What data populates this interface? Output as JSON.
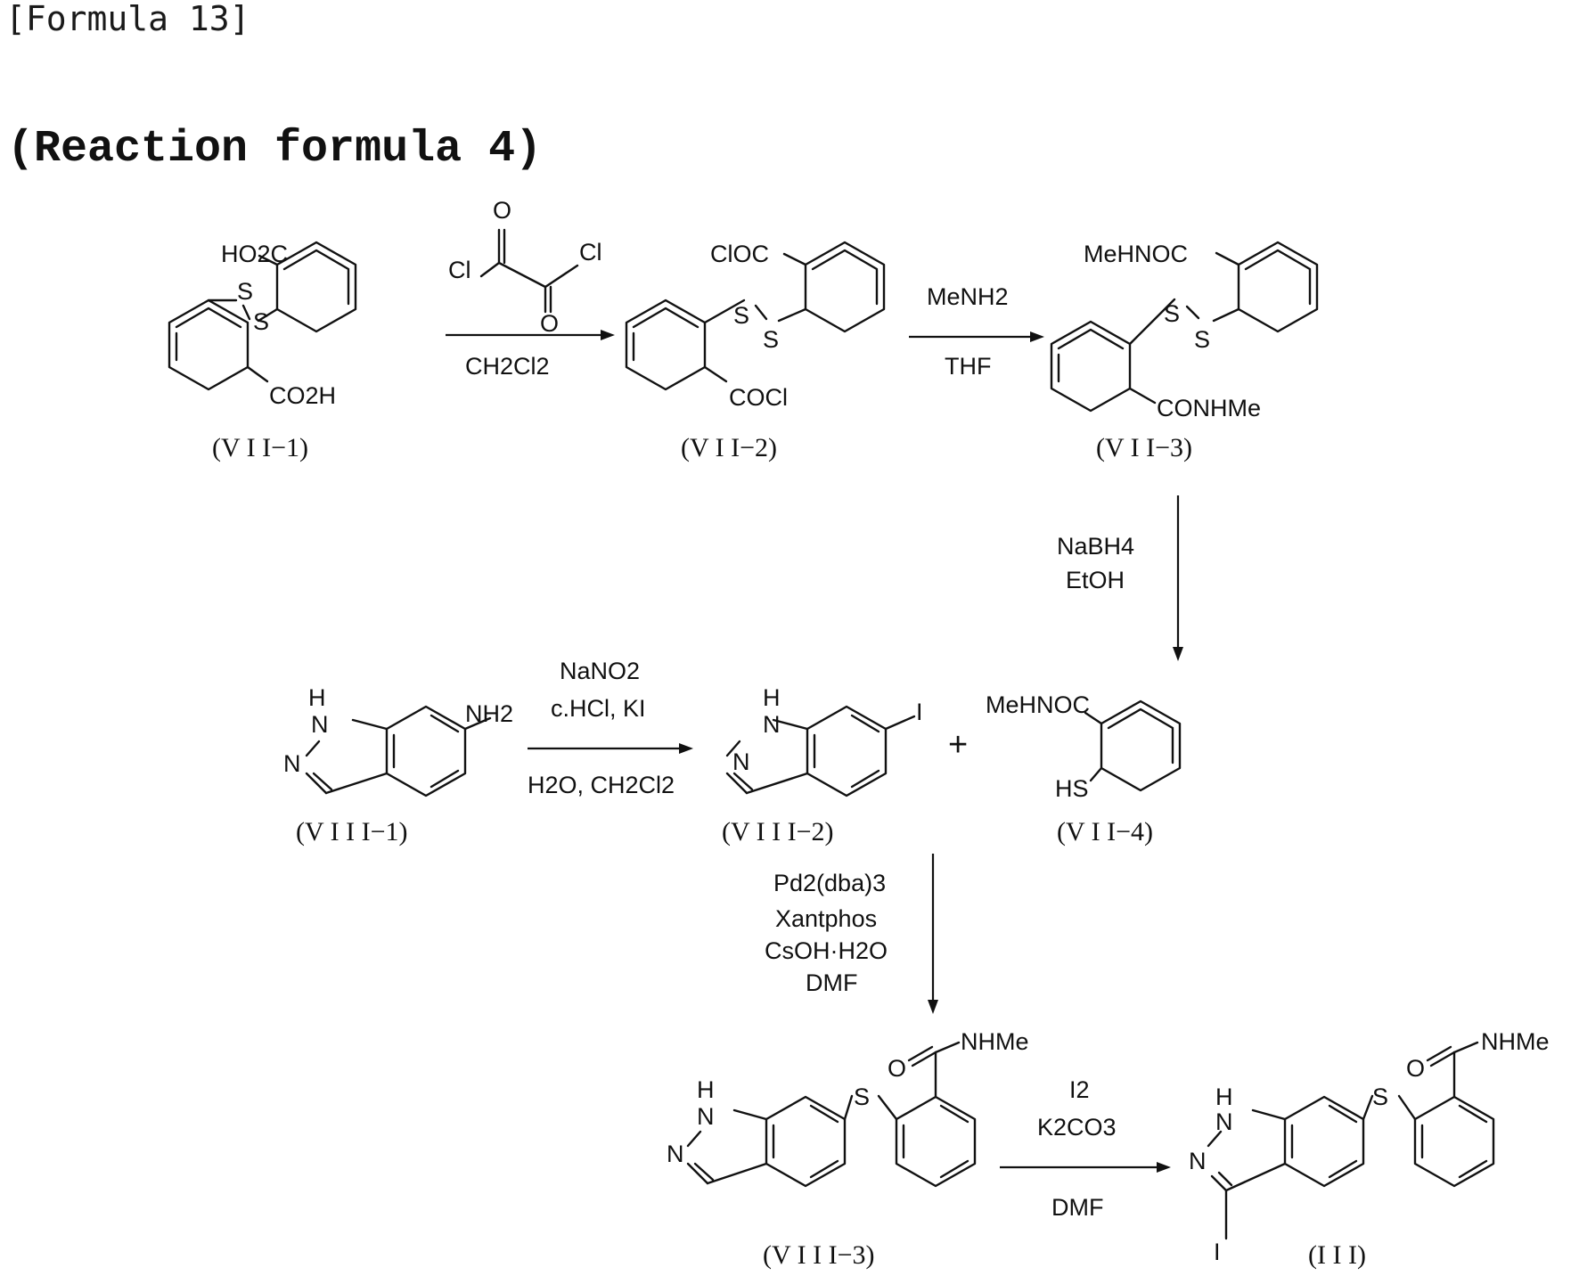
{
  "formula_label": "[Formula 13]",
  "scheme_title": "(Reaction formula 4)",
  "compounds": {
    "vii1": {
      "label": "(V I I−1)",
      "group_top": "HO2C",
      "group_bottom": "CO2H",
      "s1": "S",
      "s2": "S"
    },
    "vii2": {
      "label": "(V I I−2)",
      "group_top": "ClOC",
      "group_bottom": "COCl",
      "s1": "S",
      "s2": "S"
    },
    "vii3": {
      "label": "(V I I−3)",
      "group_top": "MeHNOC",
      "group_bottom": "CONHMe",
      "s1": "S",
      "s2": "S"
    },
    "vii4": {
      "label": "(V I I−4)",
      "group_top": "MeHNOC",
      "group_bottom": "HS"
    },
    "viii1": {
      "label": "(V I I I−1)",
      "nh": "H",
      "n1": "N",
      "n2": "N",
      "sub": "NH2"
    },
    "viii2": {
      "label": "(V I I I−2)",
      "nh": "H",
      "n1": "N",
      "n2": "N",
      "sub": "I"
    },
    "viii3": {
      "label": "(V I I I−3)",
      "nh": "H",
      "n1": "N",
      "n2": "N",
      "s": "S",
      "o": "O",
      "amide": "NHMe"
    },
    "iii": {
      "label": "(I I I)",
      "nh": "H",
      "n1": "N",
      "n2": "N",
      "s": "S",
      "o": "O",
      "amide": "NHMe",
      "iodo": "I"
    }
  },
  "reagents": {
    "oxalyl_cl1": "Cl",
    "oxalyl_cl2": "Cl",
    "oxalyl_o1": "O",
    "oxalyl_o2": "O",
    "step1_below": "CH2Cl2",
    "step2_above": "MeNH2",
    "step2_below": "THF",
    "step3_line1": "NaBH4",
    "step3_line2": "EtOH",
    "step4_line1": "NaNO2",
    "step4_line2": "c.HCl, KI",
    "step4_below": "H2O, CH2Cl2",
    "plus": "+",
    "step5_line1": "Pd2(dba)3",
    "step5_line2": "Xantphos",
    "step5_line3": "CsOH·H2O",
    "step5_line4": "DMF",
    "step6_line1": "I2",
    "step6_line2": "K2CO3",
    "step6_below": "DMF"
  }
}
